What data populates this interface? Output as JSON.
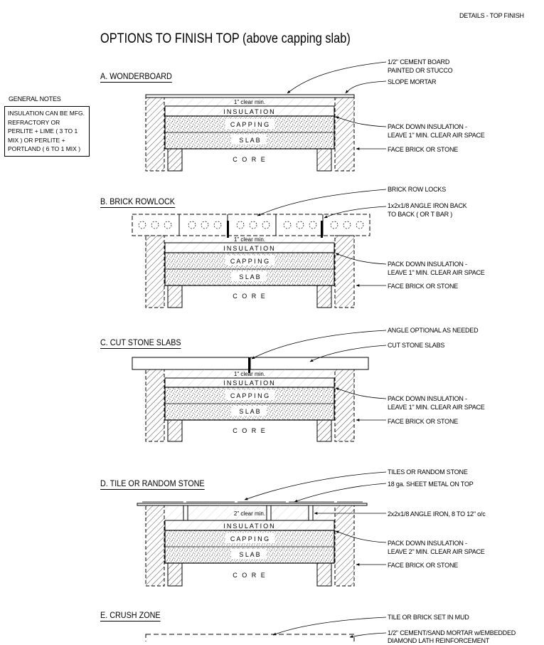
{
  "header": "DETAILS - TOP FINISH",
  "title": "OPTIONS TO FINISH TOP (above capping slab)",
  "general_notes": {
    "heading": "GENERAL NOTES",
    "body": "INSULATION CAN BE MFG. REFRACTORY OR PERLITE + LIME ( 3 TO 1 MIX ) OR PERLITE + PORTLAND ( 6 TO 1 MIX )"
  },
  "common": {
    "insulation": "INSULATION",
    "capping": "C A P P I N G",
    "slab": "S L A B",
    "core": "C O R E"
  },
  "sections": [
    {
      "title": "A. WONDERBOARD",
      "clear": "1\" clear min.",
      "callouts": [
        "1/2\" CEMENT BOARD",
        "PAINTED OR STUCCO",
        "SLOPE MORTAR",
        "PACK DOWN INSULATION -",
        "LEAVE 1\" MIN. CLEAR AIR SPACE",
        "FACE BRICK OR STONE"
      ]
    },
    {
      "title": "B. BRICK ROWLOCK",
      "clear": "1\" clear min.",
      "callouts": [
        "BRICK ROW LOCKS",
        "1x2x1/8 ANGLE IRON BACK",
        "TO BACK ( OR T BAR )",
        "PACK DOWN INSULATION -",
        "LEAVE 1\" MIN. CLEAR AIR SPACE",
        "FACE BRICK OR STONE"
      ]
    },
    {
      "title": "C. CUT STONE SLABS",
      "clear": "1\" clear min.",
      "callouts": [
        "ANGLE OPTIONAL AS NEEDED",
        "CUT STONE SLABS",
        "PACK DOWN INSULATION -",
        "LEAVE 1\" MIN. CLEAR AIR SPACE",
        "FACE BRICK OR STONE"
      ]
    },
    {
      "title": "D. TILE OR RANDOM STONE",
      "clear": "2\" clear min.",
      "callouts": [
        "TILES OR RANDOM STONE",
        "18 ga. SHEET METAL ON TOP",
        "2x2x1/8 ANGLE IRON, 8 TO 12\" o/c",
        "PACK DOWN INSULATION -",
        "LEAVE 2\" MIN. CLEAR AIR SPACE",
        "FACE BRICK OR STONE"
      ]
    },
    {
      "title": "E. CRUSH ZONE",
      "callouts": [
        "TILE OR BRICK SET IN MUD",
        "1/2\" CEMENT/SAND MORTAR w/EMBEDDED",
        "DIAMOND LATH REINFORCEMENT"
      ]
    }
  ]
}
